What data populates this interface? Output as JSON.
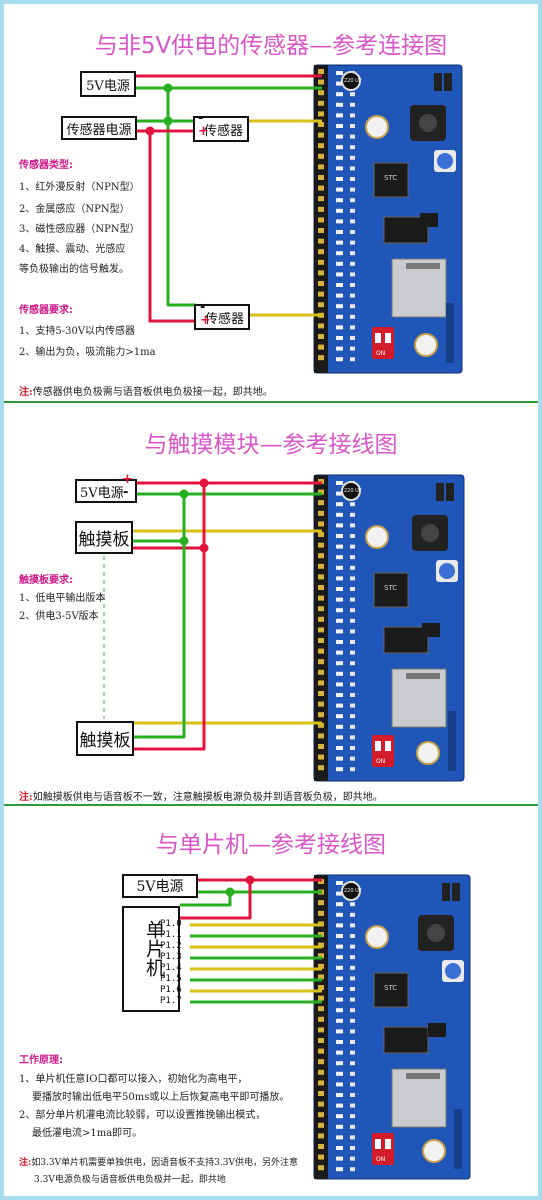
{
  "colors": {
    "title": "#d955c8",
    "wire_red": "#e0143c",
    "wire_green": "#26b01e",
    "wire_yellow": "#d7c21a",
    "wire_dash": "#7dcf7d",
    "divider": "#2e9b3a",
    "pcb": "#1f56b8"
  },
  "section1": {
    "title": "与非5V供电的传感器—参考连接图",
    "box_5v": "5V电源",
    "box_sensor_power": "传感器电源",
    "box_sensor_top": "传感器",
    "box_sensor_bottom": "传感器",
    "sensor_types_head": "传感器类型:",
    "sensor_types": [
      "1、红外漫反射（NPN型）",
      "2、金属感应（NPN型）",
      "3、磁性感应器（NPN型）",
      "4、触摸、震动、光感应",
      "等负极输出的信号触发。"
    ],
    "req_head": "传感器要求:",
    "reqs": [
      "1、支持5-30V以内传感器",
      "2、输出为负，吸流能力>1ma"
    ],
    "note_label": "注:",
    "note_text": "传感器供电负极需与语音板供电负极接一起，即共地。"
  },
  "section2": {
    "title": "与触摸模块—参考接线图",
    "box_5v": "5V电源",
    "box_touch_top": "触摸板",
    "box_touch_bottom": "触摸板",
    "req_head": "触摸板要求:",
    "reqs": [
      "1、低电平输出版本",
      "2、供电3-5V版本"
    ],
    "note_label": "注:",
    "note_text": "如触摸板供电与语音板不一致，注意触摸板电源负极并到语音板负极，即共地。"
  },
  "section3": {
    "title": "与单片机—参考接线图",
    "box_5v": "5V电源",
    "box_mcu": "单片机",
    "pins": [
      "P1.0",
      "P1.1",
      "P1.2",
      "P1.3",
      "P1.4",
      "P1.5",
      "P1.6",
      "P1.7"
    ],
    "work_head": "工作原理:",
    "work_lines": [
      "1、单片机任意IO口都可以接入，初始化为高电平，",
      "要播放时输出低电平50ms或以上后恢复高电平即可播放。",
      "2、部分单片机灌电流比较弱，可以设置推挽输出模式，",
      "最低灌电流>1ma即可。"
    ],
    "note_label": "注:",
    "note_lines": [
      "如3.3V单片机需要单独供电，因语音板不支持3.3V供电，另外注意",
      "3.3V电源负极与语音板供电负极并一起，即共地"
    ]
  },
  "board": {
    "mcu_label": "STC",
    "cap_label": "220 UF",
    "switch_label": "ON"
  },
  "signs": {
    "minus": "-",
    "plus": "+"
  }
}
